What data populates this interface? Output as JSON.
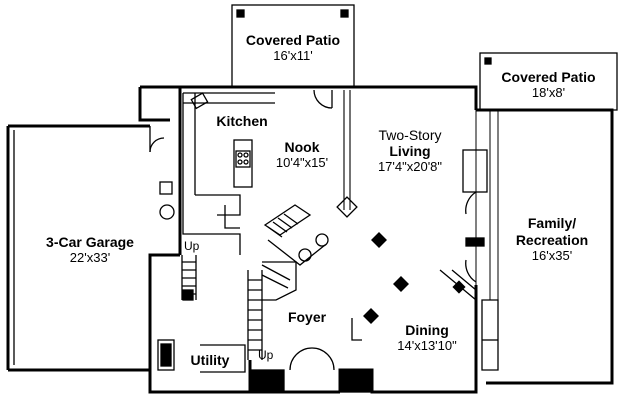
{
  "rooms": {
    "covered_patio_top": {
      "name": "Covered Patio",
      "dims": "16'x11'"
    },
    "covered_patio_right": {
      "name": "Covered Patio",
      "dims": "18'x8'"
    },
    "kitchen": {
      "name": "Kitchen"
    },
    "nook": {
      "name": "Nook",
      "dims": "10'4\"x15'"
    },
    "living": {
      "prefix": "Two-Story",
      "name": "Living",
      "dims": "17'4\"x20'8\""
    },
    "garage": {
      "name": "3-Car Garage",
      "dims": "22'x33'"
    },
    "family": {
      "name_line1": "Family/",
      "name_line2": "Recreation",
      "dims": "16'x35'"
    },
    "foyer": {
      "name": "Foyer"
    },
    "dining": {
      "name": "Dining",
      "dims": "14'x13'10\""
    },
    "utility": {
      "name": "Utility"
    }
  },
  "stairs": {
    "up_upper": "Up",
    "up_lower": "Up"
  },
  "colors": {
    "line": "#000000",
    "background": "#ffffff"
  }
}
